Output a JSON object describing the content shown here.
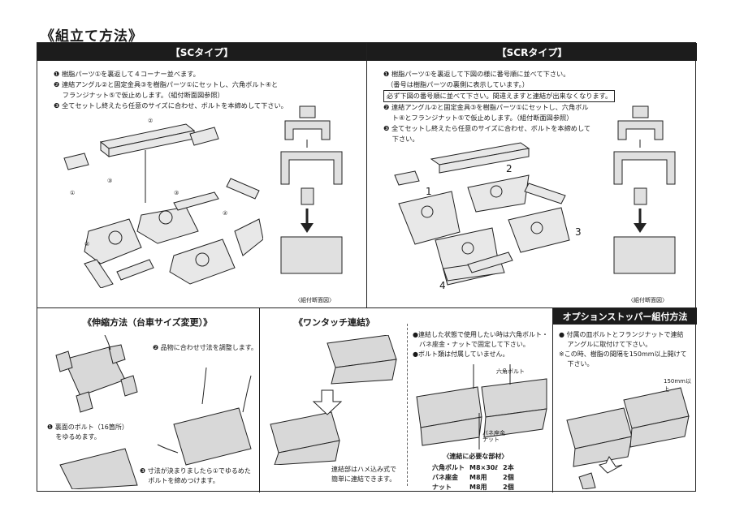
{
  "page_title": "《組立て方法》",
  "sc": {
    "header": "【SCタイプ】",
    "steps": [
      "❶ 樹脂パーツ①を裏返して４コーナー並べます。",
      "❷ 連結アングル②と固定金具③を樹脂パーツ①にセットし、六角ボルト④と",
      "　 フランジナット⑤で仮止めします。（組付断面図参照）",
      "❸ 全てセットし終えたら任意のサイズに合わせ、ボルトを本締めして下さい。"
    ],
    "section_caption": "〈組付断面図〉"
  },
  "scr": {
    "header": "【SCRタイプ】",
    "steps": [
      "❶ 樹脂パーツ①を裏返して下図の様に番号順に並べて下さい。",
      "　（番号は樹脂パーツの裏側に表示しています。）",
      "❷ 連結アングル②と固定金具③を樹脂パーツ①にセットし、六角ボル",
      "　 ト④とフランジナット⑤で仮止めします。（組付断面図参照）",
      "❸ 全てセットし終えたら任意のサイズに合わせ、ボルトを本締めして",
      "　 下さい。"
    ],
    "boxed_note": "必ず下図の番号順に並べて下さい。間違えますと連結が出来なくなります。",
    "numbers": [
      "1",
      "2",
      "3",
      "4"
    ],
    "section_caption": "〈組付断面図〉"
  },
  "stretch": {
    "title": "《伸縮方法（台車サイズ変更）》",
    "step1": [
      "❶ 裏面のボルト（16箇所）",
      "　 をゆるめます。"
    ],
    "step2": "❷ 品物に合わせ寸法を調整します。",
    "step3": [
      "❸ 寸法が決まりましたら①でゆるめた",
      "　 ボルトを締めつけます。"
    ]
  },
  "onetouch": {
    "title": "《ワンタッチ連結》",
    "note": [
      "連結部はハメ込み式で",
      "簡単に連結できます。"
    ]
  },
  "bolting": {
    "notes": [
      "●連結した状態で使用したい時は六角ボルト・",
      "　バネ座金・ナットで固定して下さい。",
      "●ボルト類は付属していません。"
    ],
    "labels": [
      "六角ボルト",
      "バネ座金",
      "ナット"
    ],
    "parts_title": "〈連結に必要な部材〉",
    "parts": [
      [
        "六角ボルト",
        "M8×30ℓ",
        "2本"
      ],
      [
        "バネ座金",
        "M8用",
        "2個"
      ],
      [
        "ナット",
        "M8用",
        "2個"
      ]
    ]
  },
  "option": {
    "header": "オプションストッパー組付方法",
    "notes": [
      "● 付属の皿ボルトとフランジナットで連結",
      "　 アングルに取付けて下さい。",
      "※この時、樹脂の間隔を150mm以上開けて",
      "　 下さい。"
    ],
    "dim_label": "150mm以上"
  }
}
